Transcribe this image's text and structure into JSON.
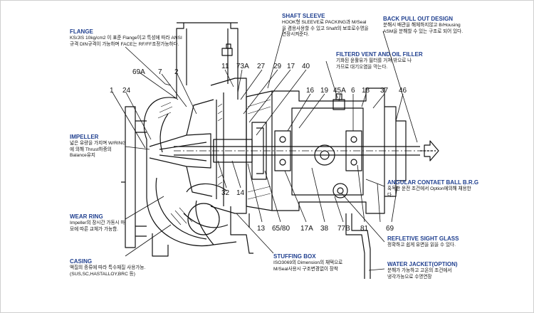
{
  "annotations": {
    "flange": {
      "title": "FLANGE",
      "text": "KS/JIS 10kg/cm2 이 표준 Flange이고 특성에 따라 ANSI규격 DIN규격이 가능하며 FACE는 RF/FF조정가능하다."
    },
    "impeller": {
      "title": "IMPELLER",
      "text": "넓은 유량을 가지며 W/RING에 의해 Thrust하중의 Balance유지"
    },
    "wear_ring": {
      "title": "WEAR RING",
      "text": "Impeller의 장시간 가동시 마모에 따른 교체가 가능함."
    },
    "casing": {
      "title": "CASING",
      "text": "액질의 종류에 따라 특수재질 사용가능. (SUS,SC,HASTALLOY,BRC 등)"
    },
    "shaft_sleeve": {
      "title": "SHAFT SLEEVE",
      "text": "HOOK형 SLEEVE로 PACKING과 M/Seal을 겸용사용할 수 있고 Shaft의 보호로수명을 연장시켜준다."
    },
    "back_pull_out": {
      "title": "BACK PULL OUT DESIGN",
      "text": "분해시 배관을 해체하지않고 B/Housing ASM을 분해할 수 있는 구조로 되어 있다."
    },
    "filtered_vent": {
      "title": "FILTERD VENT AND OIL FILLER",
      "text": "기화된 윤활유가 필터를 거쳐 밖으로 나가므로 대기오염을 막는다."
    },
    "angular_bearing": {
      "title": "ANGULAR CONTAET BALL B.R.G",
      "text": "혹독한 운전 조건에서 Option에의해 채용한다."
    },
    "sight_glass": {
      "title": "REFLETIVE SIGHT GLASS",
      "text": "정확하고 쉽게 유면을 읽을 수 있다."
    },
    "water_jacket": {
      "title": "WATER JACKET(OPTION)",
      "text": "분해가 가능하고 고온의 조건에서 냉각가능으로 수명연장"
    },
    "stuffing_box": {
      "title": "STUFFING BOX",
      "text": "ISO3069의 Dimension의 채택으로 M/Seal사용시 구조변경없이 장착"
    }
  },
  "part_numbers": {
    "p69a": "69A",
    "p7": "7",
    "p2": "2",
    "p1": "1",
    "p24": "24",
    "p11": "11",
    "p73a": "73A",
    "p27": "27",
    "p29": "29",
    "p17": "17",
    "p40": "40",
    "p16": "16",
    "p19": "19",
    "p45a": "45A",
    "p6": "6",
    "p18": "18",
    "p37": "37",
    "p46": "46",
    "p32": "32",
    "p14": "14",
    "p13": "13",
    "p65_80": "65/80",
    "p17a": "17A",
    "p38": "38",
    "p77b": "77B",
    "p81": "81",
    "p69": "69"
  }
}
